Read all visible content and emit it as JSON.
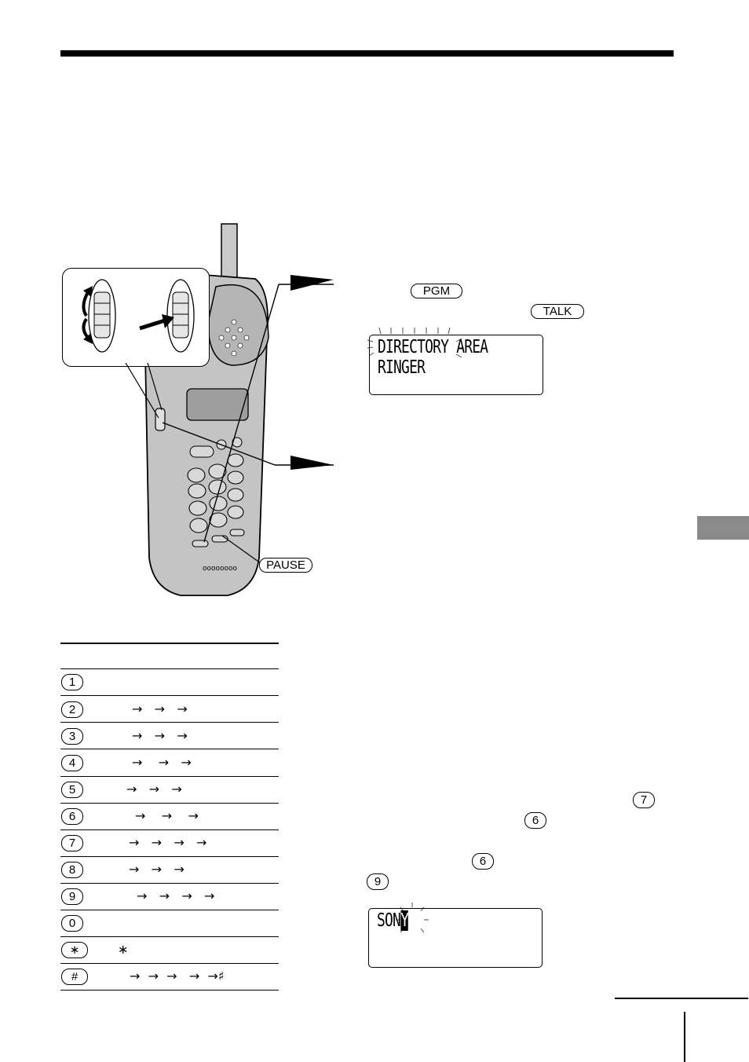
{
  "handset_keys": {
    "pause_label": "PAUSE"
  },
  "steps": {
    "pgm_key": "PGM",
    "talk_key": "TALK",
    "display_1": {
      "line1": "DIRECTORY AREA",
      "line2": "RINGER"
    },
    "key_7": "7",
    "key_6a": "6",
    "key_6b": "6",
    "key_9": "9",
    "display_2": {
      "text_prefix": "SON",
      "cursor_char": "Y"
    }
  },
  "char_table": {
    "rows": [
      {
        "key": "1",
        "arrows": ""
      },
      {
        "key": "2",
        "arrows": "→   →   →"
      },
      {
        "key": "3",
        "arrows": "→   →   →"
      },
      {
        "key": "4",
        "arrows": "→    →   →"
      },
      {
        "key": "5",
        "arrows": "→   →   →"
      },
      {
        "key": "6",
        "arrows": "→    →    →"
      },
      {
        "key": "7",
        "arrows": "→   →   →   →"
      },
      {
        "key": "8",
        "arrows": "→   →   →"
      },
      {
        "key": "9",
        "arrows": "→   →   →   →"
      },
      {
        "key": "0",
        "arrows": ""
      },
      {
        "key": "∗",
        "arrows": "∗"
      },
      {
        "key": "#",
        "arrows": "→  →  →   →  →♯"
      }
    ]
  }
}
